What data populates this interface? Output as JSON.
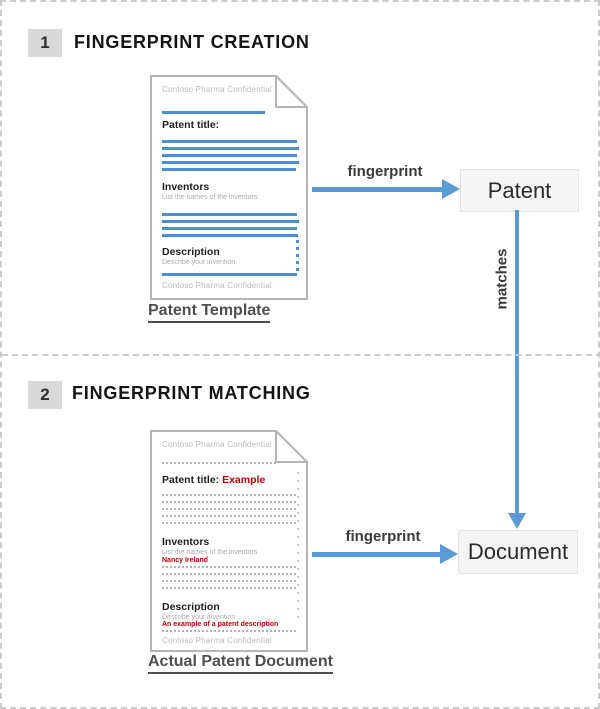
{
  "colors": {
    "arrow_blue": "#5b9bd5",
    "line_blue": "#4a8fd3",
    "redact_gray": "#b3b3b3",
    "highlight_red": "#c00000",
    "badge_gray": "#d9d9d9",
    "box_bg": "#f5f5f5"
  },
  "section1": {
    "badge": "1",
    "title": "FINGERPRINT CREATION",
    "doc_label": "Patent Template",
    "arrow_label": "fingerprint",
    "box_label": "Patent"
  },
  "connector": {
    "label": "matches"
  },
  "section2": {
    "badge": "2",
    "title": "FINGERPRINT MATCHING",
    "doc_label": "Actual Patent Document",
    "arrow_label": "fingerprint",
    "box_label": "Document"
  },
  "template_doc": {
    "header": "Contoso Pharma Confidential",
    "patent_title_label": "Patent title:",
    "inventors_label": "Inventors",
    "inventors_note": "List the names of the inventors",
    "description_label": "Description",
    "description_note": "Describe your invention",
    "footer": "Contoso Pharma Confidential"
  },
  "actual_doc": {
    "header": "Contoso Pharma Confidential",
    "patent_title_label": "Patent title:",
    "patent_title_value": "Example",
    "inventors_label": "Inventors",
    "inventors_note": "List the names of the inventors",
    "inventors_value": "Nancy Ireland",
    "description_label": "Description",
    "description_note": "Describe your invention",
    "description_value": "An example of a patent description",
    "footer": "Contoso Pharma Confidential"
  }
}
